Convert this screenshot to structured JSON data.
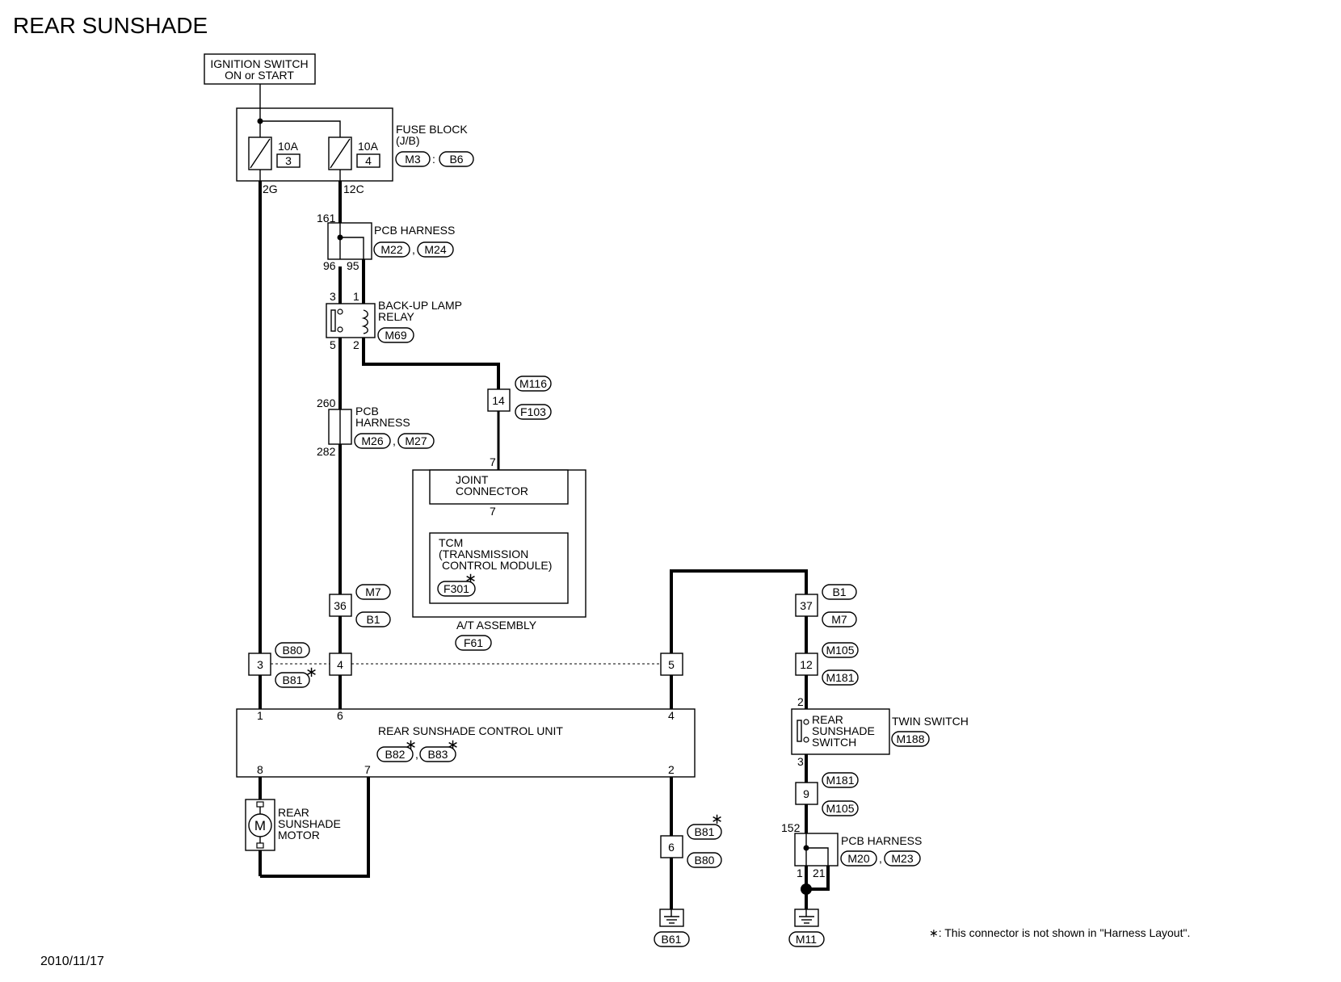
{
  "title": "REAR SUNSHADE",
  "date": "2010/11/17",
  "footnote": "∗: This connector is not shown in \"Harness Layout\".",
  "ignition": {
    "line1": "IGNITION SWITCH",
    "line2": "ON or START"
  },
  "fuse_block": {
    "label1": "FUSE BLOCK",
    "label2": "(J/B)",
    "conn_a": "M3",
    "sep": ":",
    "conn_b": "B6",
    "fuse1_rating": "10A",
    "fuse1_no": "3",
    "fuse2_rating": "10A",
    "fuse2_no": "4",
    "pin_left": "2G",
    "pin_right": "12C"
  },
  "pcb1": {
    "label": "PCB HARNESS",
    "conn_a": "M22",
    "conn_b": "M24",
    "pin_top": "161",
    "pin_l": "96",
    "pin_r": "95"
  },
  "relay": {
    "label1": "BACK-UP LAMP",
    "label2": "RELAY",
    "conn": "M69",
    "pin3": "3",
    "pin1": "1",
    "pin5": "5",
    "pin2": "2"
  },
  "conn14": {
    "pin": "14",
    "conn_a": "M116",
    "conn_b": "F103"
  },
  "pcb2": {
    "label1": "PCB",
    "label2": "HARNESS",
    "conn_a": "M26",
    "conn_b": "M27",
    "pin_top": "260",
    "pin_bot": "282"
  },
  "at": {
    "pin_top": "7",
    "joint1": "JOINT",
    "joint2": "CONNECTOR",
    "pin_mid": "7",
    "tcm1": "TCM",
    "tcm2": "(TRANSMISSION",
    "tcm3": "CONTROL MODULE)",
    "tcm_conn": "F301",
    "label": "A/T ASSEMBLY",
    "conn": "F61"
  },
  "conn36": {
    "pin": "36",
    "conn_a": "M7",
    "conn_b": "B1"
  },
  "conn37": {
    "pin": "37",
    "conn_a": "B1",
    "conn_b": "M7"
  },
  "conn12": {
    "pin": "12",
    "conn_a": "M105",
    "conn_b": "M181"
  },
  "b80_row": {
    "pin3": "3",
    "pin4": "4",
    "pin5": "5",
    "conn_a": "B80",
    "conn_b": "B81"
  },
  "unit": {
    "label": "REAR SUNSHADE CONTROL UNIT",
    "conn_a": "B82",
    "conn_b": "B83",
    "pin1": "1",
    "pin6": "6",
    "pin4": "4",
    "pin8": "8",
    "pin7": "7",
    "pin2": "2"
  },
  "motor": {
    "label1": "REAR",
    "label2": "SUNSHADE",
    "label3": "MOTOR",
    "symbol": "M"
  },
  "conn6": {
    "pin": "6",
    "conn_a": "B81",
    "conn_b": "B80",
    "ground": "B61"
  },
  "switch": {
    "label1": "REAR",
    "label2": "SUNSHADE",
    "label3": "SWITCH",
    "twin": "TWIN SWITCH",
    "conn": "M188",
    "pin_top": "2",
    "pin_bot": "3"
  },
  "conn9": {
    "pin": "9",
    "conn_a": "M181",
    "conn_b": "M105"
  },
  "pcb3": {
    "label": "PCB HARNESS",
    "conn_a": "M20",
    "conn_b": "M23",
    "pin_top": "152",
    "pin_l": "1",
    "pin_r": "21",
    "ground": "M11"
  },
  "star": "∗",
  "comma": ","
}
